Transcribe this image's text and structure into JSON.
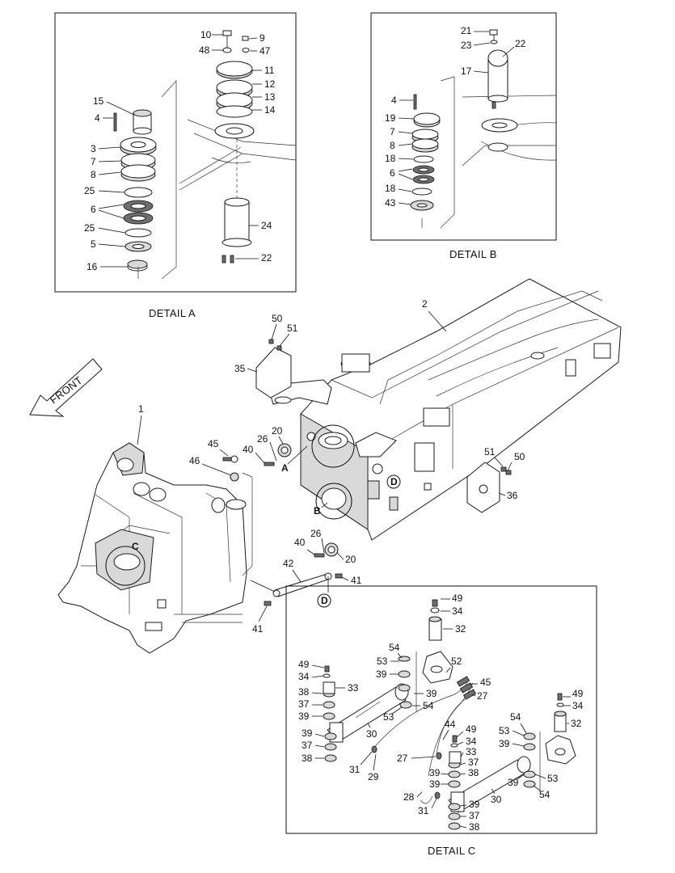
{
  "details": {
    "a_caption": "DETAIL  A",
    "b_caption": "DETAIL  B",
    "c_caption": "DETAIL  C"
  },
  "front_label": "FRONT",
  "markers": {
    "A": "A",
    "B": "B",
    "C": "C",
    "D": "D"
  },
  "parts": {
    "p1": "1",
    "p2": "2",
    "p3": "3",
    "p4": "4",
    "p5": "5",
    "p6": "6",
    "p7": "7",
    "p8": "8",
    "p9": "9",
    "p10": "10",
    "p11": "11",
    "p12": "12",
    "p13": "13",
    "p14": "14",
    "p15": "15",
    "p16": "16",
    "p17": "17",
    "p18": "18",
    "p19": "19",
    "p20": "20",
    "p21": "21",
    "p22": "22",
    "p23": "23",
    "p24": "24",
    "p25": "25",
    "p26": "26",
    "p27": "27",
    "p28": "28",
    "p29": "29",
    "p30": "30",
    "p31": "31",
    "p32": "32",
    "p33": "33",
    "p34": "34",
    "p35": "35",
    "p36": "36",
    "p37": "37",
    "p38": "38",
    "p39": "39",
    "p40": "40",
    "p41": "41",
    "p42": "42",
    "p43": "43",
    "p44": "44",
    "p45": "45",
    "p46": "46",
    "p47": "47",
    "p48": "48",
    "p49": "49",
    "p50": "50",
    "p51": "51",
    "p52": "52",
    "p53": "53",
    "p54": "54"
  }
}
